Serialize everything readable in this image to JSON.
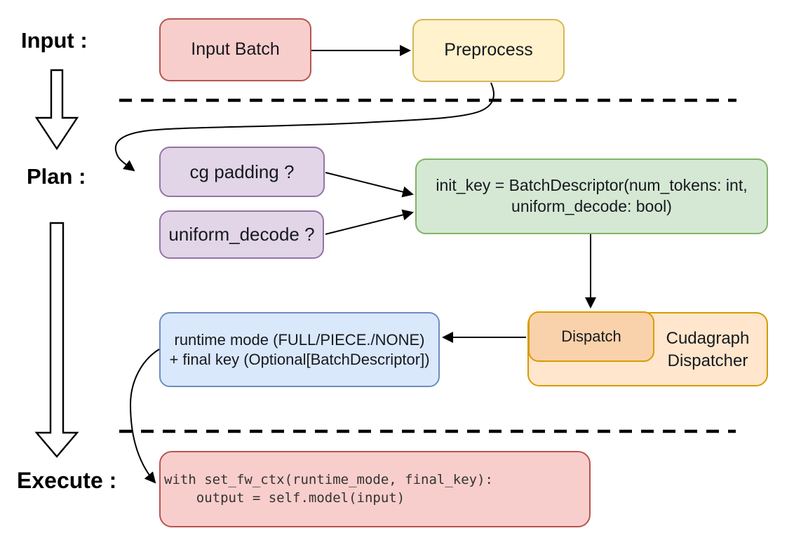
{
  "labels": {
    "input": "Input :",
    "plan": "Plan :",
    "execute": "Execute :"
  },
  "nodes": {
    "input_batch": "Input Batch",
    "preprocess": "Preprocess",
    "cg_padding": "cg padding ?",
    "uniform_decode": "uniform_decode ?",
    "init_key": "init_key = BatchDescriptor(num_tokens: int,\nuniform_decode: bool)",
    "dispatch": "Dispatch",
    "cudagraph_dispatcher": "Cudagraph\nDispatcher",
    "runtime_mode": "runtime mode (FULL/PIECE./NONE)\n+ final key (Optional[BatchDescriptor])",
    "execute_code": "with set_fw_ctx(runtime_mode, final_key):\n    output = self.model(input)"
  },
  "colors": {
    "pink_fill": "#f8cecc",
    "pink_stroke": "#b85450",
    "yellow_fill": "#fff2cc",
    "yellow_stroke": "#d6b656",
    "purple_fill": "#e1d5e7",
    "purple_stroke": "#9673a6",
    "green_fill": "#d5e8d4",
    "green_stroke": "#82b366",
    "blue_fill": "#dae8fc",
    "blue_stroke": "#6c8ebf",
    "orange_outer_fill": "#ffe6cc",
    "orange_inner_fill": "#f9d2ab",
    "orange_stroke": "#d79b00",
    "connector": "#000000"
  }
}
